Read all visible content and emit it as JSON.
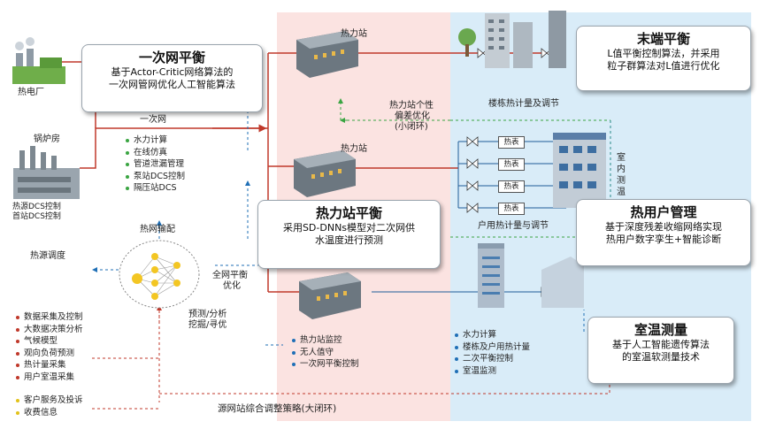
{
  "callouts": {
    "primary": {
      "title": "一次网平衡",
      "desc1": "基于Actor-Critic网络算法的",
      "desc2": "一次网管网优化人工智能算法"
    },
    "terminal": {
      "title": "末端平衡",
      "desc1": "L值平衡控制算法，并采用",
      "desc2": "粒子群算法对L值进行优化"
    },
    "station": {
      "title": "热力站平衡",
      "desc1": "采用SD-DNNs模型对二次网供",
      "desc2": "水温度进行预测"
    },
    "user": {
      "title": "热用户管理",
      "desc1": "基于深度残差收缩网络实现",
      "desc2": "热用户数字孪生+智能诊断"
    },
    "room": {
      "title": "室温测量",
      "desc1": "基于人工智能遗传算法",
      "desc2": "的室温软测量技术"
    }
  },
  "labels": {
    "power_plant": "热电厂",
    "boiler": "锅炉房",
    "boiler_dcs1": "热源DCS控制",
    "boiler_dcs2": "首站DCS控制",
    "primary_net": "一次网",
    "station_top": "热力站",
    "station_mid": "热力站",
    "station_opt1": "热力站个性",
    "station_opt2": "偏差优化",
    "station_opt3": "(小闭环)",
    "building_meter": "楼栋热计量及调节",
    "household_meter": "户用热计量与调节",
    "indoor_v": [
      "室",
      "内",
      "测",
      "温"
    ],
    "heat_dist": "热网输配",
    "source_dispatch": "热源调度",
    "global_opt1": "全网平衡",
    "global_opt2": "优化",
    "predict1": "预测/分析",
    "predict2": "挖掘/寻优",
    "big_loop": "源网站综合调整策略(大闭环)"
  },
  "meter_label": "热表",
  "lists": {
    "water": [
      "水力计算",
      "在线仿真",
      "管道泄漏管理",
      "泵站DCS控制",
      "隔压站DCS"
    ],
    "data": [
      "数据采集及控制",
      "大数据决策分析",
      "气候模型",
      "观向负荷预测",
      "热计量采集",
      "用户室温采集"
    ],
    "service": [
      "客户服务及投诉",
      "收费信息"
    ],
    "station_ctrl": [
      "热力站监控",
      "无人值守",
      "一次网平衡控制"
    ],
    "bottom_right": [
      "水力计算",
      "楼栋及户用热计量",
      "二次平衡控制",
      "室温监测"
    ]
  },
  "colors": {
    "red_line": "#c0392b",
    "pink_zone": "#fbe3e1",
    "blue_zone": "#d9ecf8",
    "green_dot": "#3aa542",
    "blue_dot": "#1f6fb6",
    "red_dot": "#c0392b",
    "yellow_dot": "#e2c21a"
  }
}
